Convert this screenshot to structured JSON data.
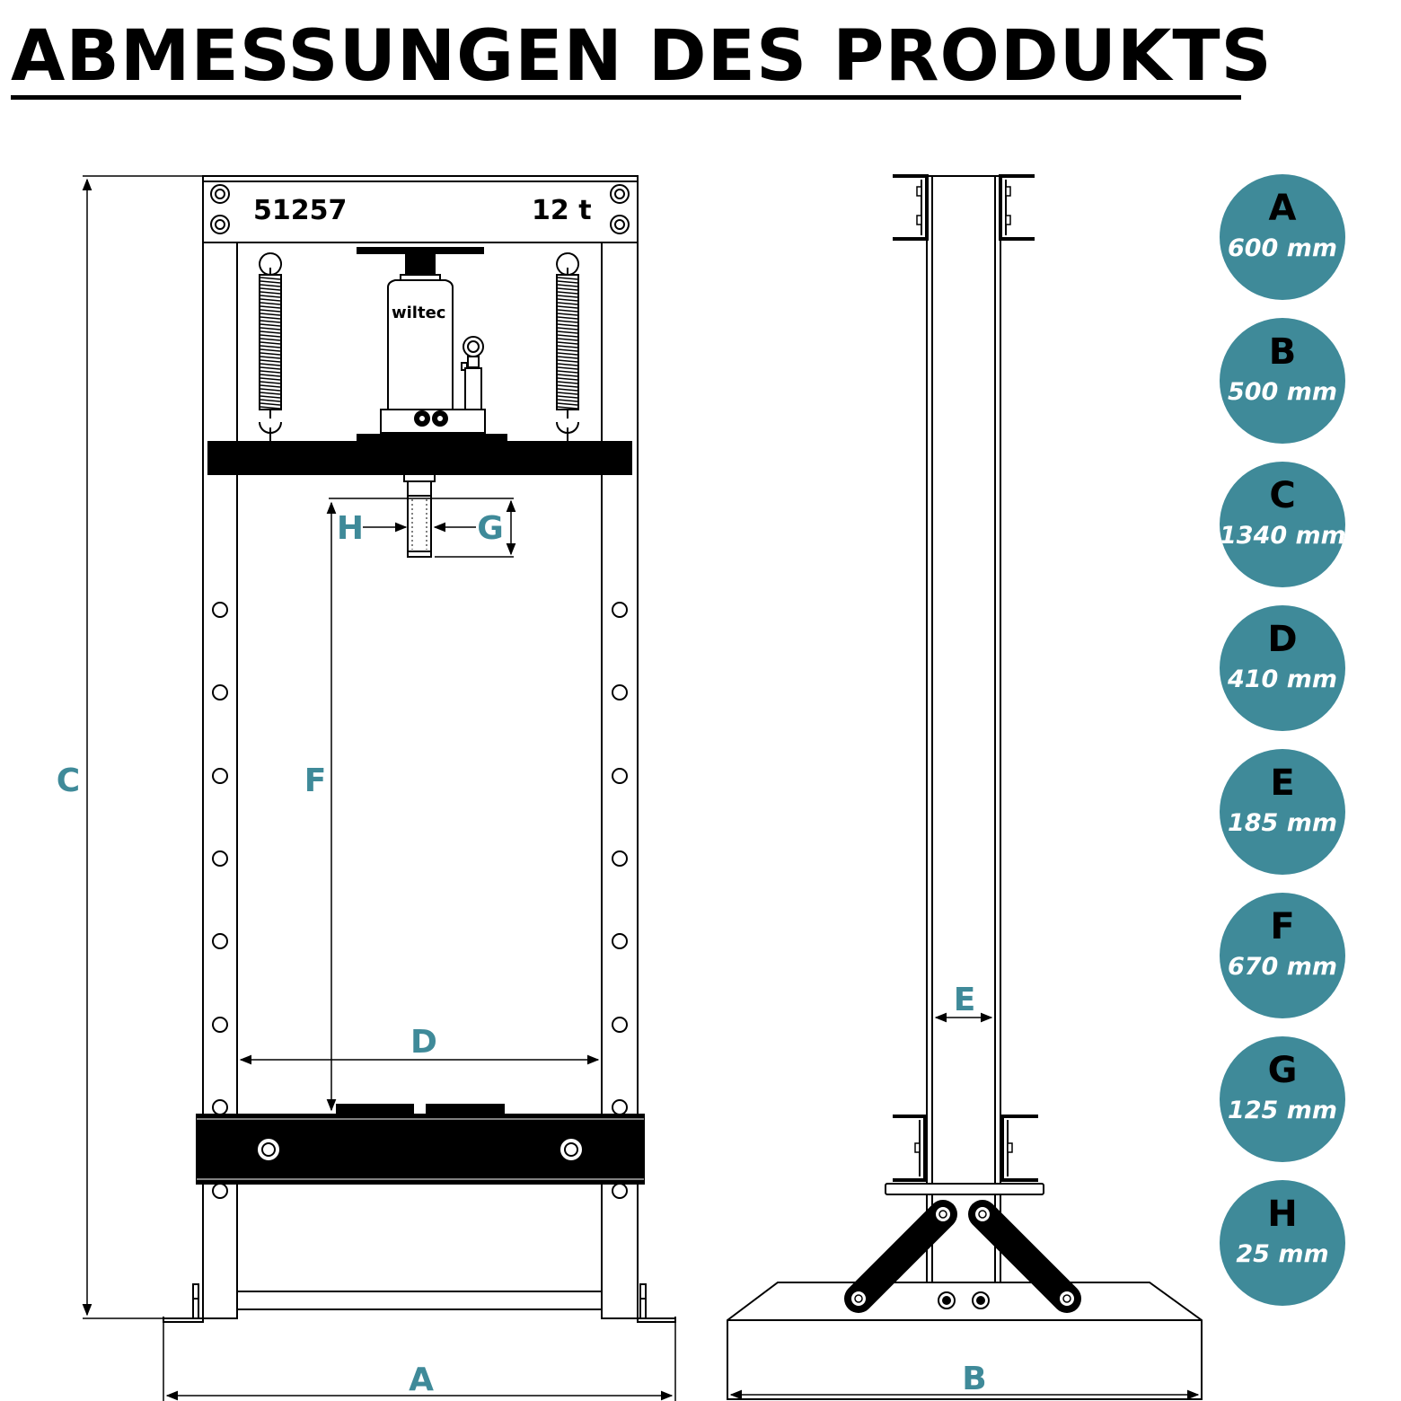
{
  "title": "ABMESSUNGEN DES PRODUKTS",
  "colors": {
    "accent": "#3f8a99",
    "line": "#000000",
    "background": "#ffffff"
  },
  "front_view": {
    "plate_number": "51257",
    "plate_capacity": "12 t",
    "jack_brand": "wiltec",
    "labels": {
      "A": "A",
      "C": "C",
      "D": "D",
      "F": "F",
      "G": "G",
      "H": "H"
    }
  },
  "side_view": {
    "labels": {
      "B": "B",
      "E": "E"
    }
  },
  "legend": [
    {
      "letter": "A",
      "value": "600 mm"
    },
    {
      "letter": "B",
      "value": "500 mm"
    },
    {
      "letter": "C",
      "value": "1340 mm"
    },
    {
      "letter": "D",
      "value": "410 mm"
    },
    {
      "letter": "E",
      "value": "185 mm"
    },
    {
      "letter": "F",
      "value": "670  mm"
    },
    {
      "letter": "G",
      "value": "125 mm"
    },
    {
      "letter": "H",
      "value": "25 mm"
    }
  ]
}
